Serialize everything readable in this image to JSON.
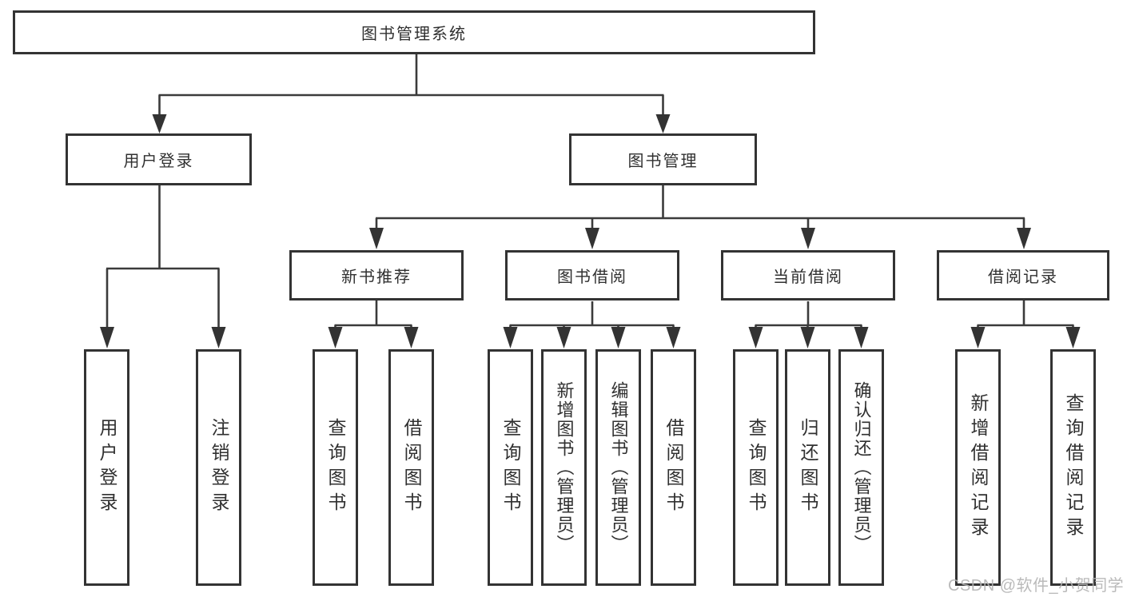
{
  "diagram": {
    "title": "图书管理系统",
    "level2": [
      {
        "label": "用户登录"
      },
      {
        "label": "图书管理"
      }
    ],
    "level3": [
      {
        "label": "新书推荐"
      },
      {
        "label": "图书借阅"
      },
      {
        "label": "当前借阅"
      },
      {
        "label": "借阅记录"
      }
    ],
    "leaves": {
      "user_login": [
        "用户登录",
        "注销登录"
      ],
      "new_book_recommend": [
        "查询图书",
        "借阅图书"
      ],
      "book_borrow": [
        "查询图书",
        "新增图书（管理员）",
        "编辑图书（管理员）",
        "借阅图书"
      ],
      "current_borrow": [
        "查询图书",
        "归还图书",
        "确认归还（管理员）"
      ],
      "borrow_records": [
        "新增借阅记录",
        "查询借阅记录"
      ]
    }
  },
  "watermark": "CSDN @软件_小贺同学",
  "colors": {
    "line": "#3b3b3b",
    "box_border": "#333333",
    "text": "#303030",
    "watermark": "#b3b3b3",
    "background": "#ffffff"
  }
}
